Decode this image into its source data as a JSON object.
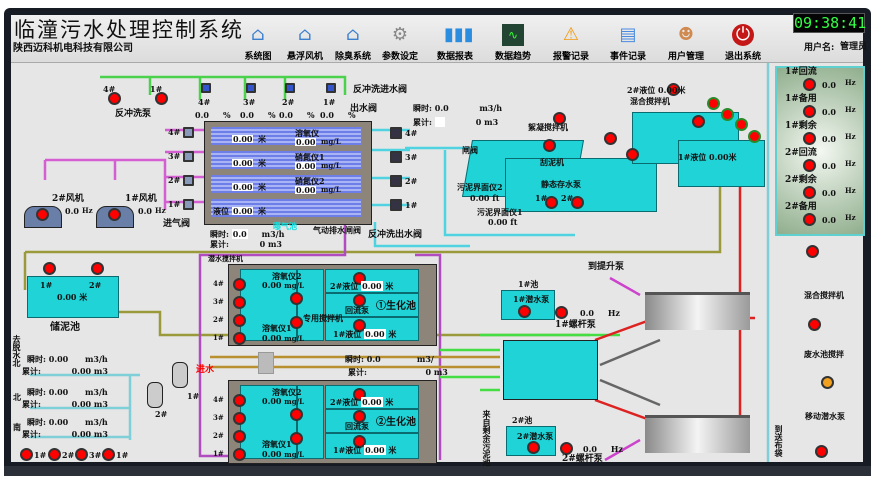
{
  "app": {
    "title": "临潼污水处理控制系统",
    "company": "陕西迈科机电科技有限公司"
  },
  "toolbar": [
    {
      "label": "系统图",
      "icon": "home-icon"
    },
    {
      "label": "悬浮风机",
      "icon": "home-icon"
    },
    {
      "label": "除臭系统",
      "icon": "home-icon"
    },
    {
      "label": "参数设定",
      "icon": "gear-icon"
    },
    {
      "label": "数据报表",
      "icon": "bar-chart-icon"
    },
    {
      "label": "数据趋势",
      "icon": "trend-monitor-icon"
    },
    {
      "label": "报警记录",
      "icon": "warning-icon"
    },
    {
      "label": "事件记录",
      "icon": "calendar-icon"
    },
    {
      "label": "用户管理",
      "icon": "user-icon"
    },
    {
      "label": "退出系统",
      "icon": "power-icon"
    }
  ],
  "clock": "09:38:41",
  "user": {
    "label": "用户名:",
    "name": "管理员"
  },
  "colors": {
    "water": "#1fd3d6",
    "air_pipe": "#d060d0",
    "alarm": "#ff0000",
    "clock": "#33ff44"
  },
  "right_panel": {
    "blowers": [
      {
        "name": "1#回流",
        "freq": "0.0",
        "unit": "Hz"
      },
      {
        "name": "1#备用",
        "freq": "0.0",
        "unit": "Hz"
      },
      {
        "name": "1#剩余",
        "freq": "0.0",
        "unit": "Hz"
      },
      {
        "name": "2#回流",
        "freq": "0.0",
        "unit": "Hz"
      },
      {
        "name": "2#剩余",
        "freq": "0.0",
        "unit": "Hz"
      },
      {
        "name": "2#备用",
        "freq": "0.0",
        "unit": "Hz"
      }
    ],
    "legend": [
      "混合搅拌机",
      "废水池搅拌",
      "移动潜水泵"
    ],
    "side_note": "到送布袋"
  },
  "filter": {
    "backwash_pump": "反冲洗泵",
    "pump_nums": [
      "4#",
      "1#"
    ],
    "top_valves": [
      "4#",
      "3#",
      "2#",
      "1#"
    ],
    "top_values": [
      "0.0",
      "0.0",
      "0.0",
      "0.0"
    ],
    "pct": "%",
    "inlet_valve_label": "反冲洗进水阀",
    "outlet_valve_label": "出水阀",
    "air_valves": [
      "4#",
      "3#",
      "2#",
      "1#"
    ],
    "air_valve_label": "进气阀",
    "lane_values": [
      "0.00",
      "0.00",
      "0.00",
      "0.00"
    ],
    "unit_m": "米",
    "level_label": "液位",
    "instruments": [
      {
        "name": "溶氧仪",
        "value": "0.00",
        "unit": "mg/L"
      },
      {
        "name": "硝氮仪1",
        "value": "0.00",
        "unit": "mg/L"
      },
      {
        "name": "硝氮仪2",
        "value": "0.00",
        "unit": "mg/L"
      }
    ],
    "blowers": [
      {
        "name": "2#风机",
        "freq": "0.0",
        "unit": "Hz"
      },
      {
        "name": "1#风机",
        "freq": "0.0",
        "unit": "Hz"
      }
    ],
    "flow": {
      "inst_label": "瞬时:",
      "inst": "0.0",
      "inst_unit": "m3/h",
      "total_label": "累计:",
      "total": "0",
      "total_unit": "m3"
    },
    "aeration": "曝气池",
    "drain_valve": "气动排水闸阀",
    "backwash_out": "反冲洗出水阀",
    "out_valves": [
      "4#",
      "3#",
      "2#",
      "1#"
    ],
    "out_flow": {
      "inst_label": "瞬时:",
      "inst": "0.0",
      "inst_unit": "m3/h",
      "total_label": "累计:",
      "total": "0",
      "total_unit": "m3"
    }
  },
  "sedimentation": {
    "gate": "闸阀",
    "flocc_mixer": "絮凝搅拌机",
    "scraper": "刮泥机",
    "static_pump": "静态存水泵",
    "pump_nums": [
      "1#",
      "2#"
    ],
    "mixer_nums": [
      "4#",
      "3#",
      "2#",
      "1#"
    ],
    "sludge1": {
      "name": "污泥界面仪1",
      "value": "0.00 ft"
    },
    "sludge2": {
      "name": "污泥界面仪2",
      "value": "0.00 ft"
    },
    "level2": "2#液位 0.00米",
    "mix_mixer": "混合搅拌机",
    "level1": "1#液位 0.00米",
    "tank_nums": [
      "2#",
      "1#"
    ]
  },
  "storage": {
    "name": "储泥池",
    "nums": [
      "1#",
      "2#"
    ],
    "value": "0.00",
    "unit": "米"
  },
  "dewater": {
    "labels": [
      "去脱水北",
      "北",
      "南"
    ],
    "rows": [
      {
        "inst": "0.00",
        "total": "0.00"
      },
      {
        "inst": "0.00",
        "total": "0.00"
      },
      {
        "inst": "0.00",
        "total": "0.00"
      }
    ],
    "inst_label": "瞬时:",
    "total_label": "累计:",
    "inst_unit": "m3/h",
    "total_unit": "m3",
    "pumps": [
      "1#",
      "2#",
      "3#",
      "1#"
    ],
    "tanks": [
      "1#",
      "2#"
    ]
  },
  "inlet": "进水",
  "bio": [
    {
      "name": "①生化池",
      "mixer_label": "潜水搅拌机",
      "nums": [
        "4#",
        "3#",
        "2#",
        "1#"
      ],
      "do2": {
        "name": "溶氧仪2",
        "value": "0.00",
        "unit": "mg/L"
      },
      "do1": {
        "name": "溶氧仪1",
        "value": "0.00",
        "unit": "mg/L"
      },
      "special": "专用搅拌机",
      "return": "回流泵",
      "level2": "2#液位",
      "level2_v": "0.00",
      "level1": "1#液位",
      "level1_v": "0.00",
      "unit": "米"
    },
    {
      "name": "②生化池",
      "nums": [
        "4#",
        "3#",
        "2#",
        "1#"
      ],
      "do2": {
        "name": "溶氧仪2",
        "value": "0.00",
        "unit": "mg/L"
      },
      "do1": {
        "name": "溶氧仪1",
        "value": "0.00",
        "unit": "mg/L"
      },
      "return": "回流泵",
      "level2": "2#液位",
      "level2_v": "0.00",
      "level1": "1#液位",
      "level1_v": "0.00",
      "unit": "米"
    }
  ],
  "bio_flow": {
    "inst_label": "瞬时:",
    "inst": "0.0",
    "inst_unit": "m3/",
    "total_label": "累计:",
    "total": "0",
    "total_unit": "m3"
  },
  "pump_stations": {
    "pool1": "1#池",
    "pump1": "1#潜水泵",
    "screw1": "1#螺杆泵",
    "pool2": "2#池",
    "pump2": "2#潜水泵",
    "screw2": "2#螺杆泵",
    "freq1": "0.0",
    "freq2": "0.0",
    "unit": "Hz",
    "to_lift": "到提升泵",
    "from_sludge": "来自剩余污泥池"
  }
}
